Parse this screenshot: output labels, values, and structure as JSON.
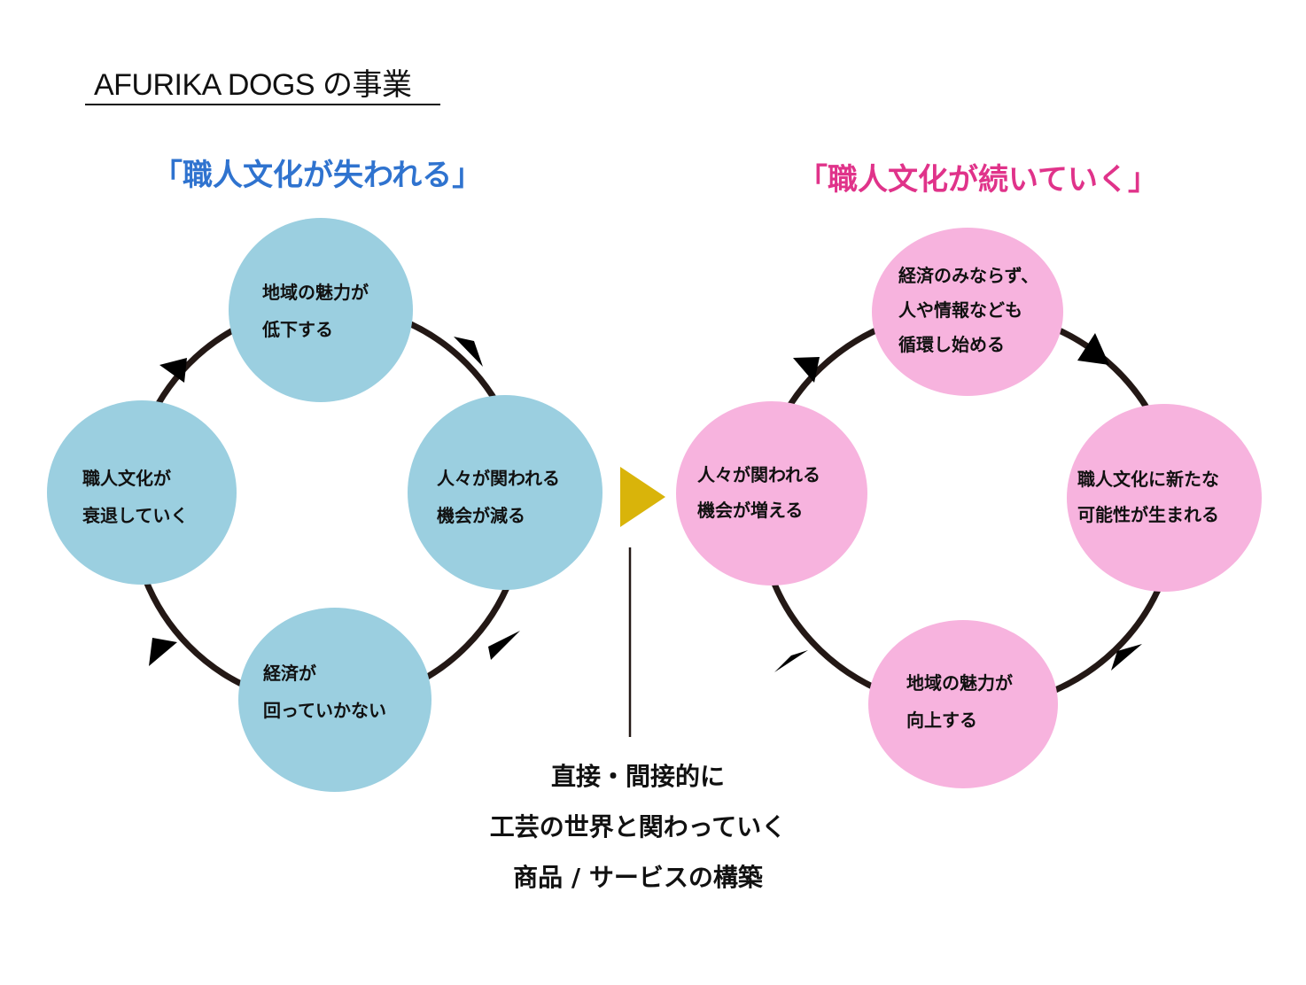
{
  "title": "AFURIKA DOGS の事業",
  "colors": {
    "left_heading": "#2f73cf",
    "right_heading": "#e0338a",
    "left_node": "#9bcfe0",
    "right_node": "#f7b3de",
    "ring": "#231815",
    "transition_arrow": "#d9b40a"
  },
  "left_cycle": {
    "heading": "「職人文化が失われる」",
    "nodes": [
      {
        "position": "top",
        "lines": [
          "地域の魅力が",
          "低下する"
        ]
      },
      {
        "position": "right",
        "lines": [
          "人々が関われる",
          "機会が減る"
        ]
      },
      {
        "position": "bottom",
        "lines": [
          "経済が",
          "回っていかない"
        ]
      },
      {
        "position": "left",
        "lines": [
          "職人文化が",
          "衰退していく"
        ]
      }
    ],
    "direction": "clockwise"
  },
  "right_cycle": {
    "heading": "「職人文化が続いていく」",
    "nodes": [
      {
        "position": "top",
        "lines": [
          "経済のみならず、",
          "人や情報なども",
          "循環し始める"
        ]
      },
      {
        "position": "right",
        "lines": [
          "職人文化に新たな",
          "可能性が生まれる"
        ]
      },
      {
        "position": "bottom",
        "lines": [
          "地域の魅力が",
          "向上する"
        ]
      },
      {
        "position": "left",
        "lines": [
          "人々が関われる",
          "機会が増える"
        ]
      }
    ],
    "direction": "clockwise"
  },
  "transition": {
    "icon": "play-triangle-icon",
    "lines": [
      "直接・間接的に",
      "工芸の世界と関わっていく",
      "商品 / サービスの構築"
    ]
  }
}
